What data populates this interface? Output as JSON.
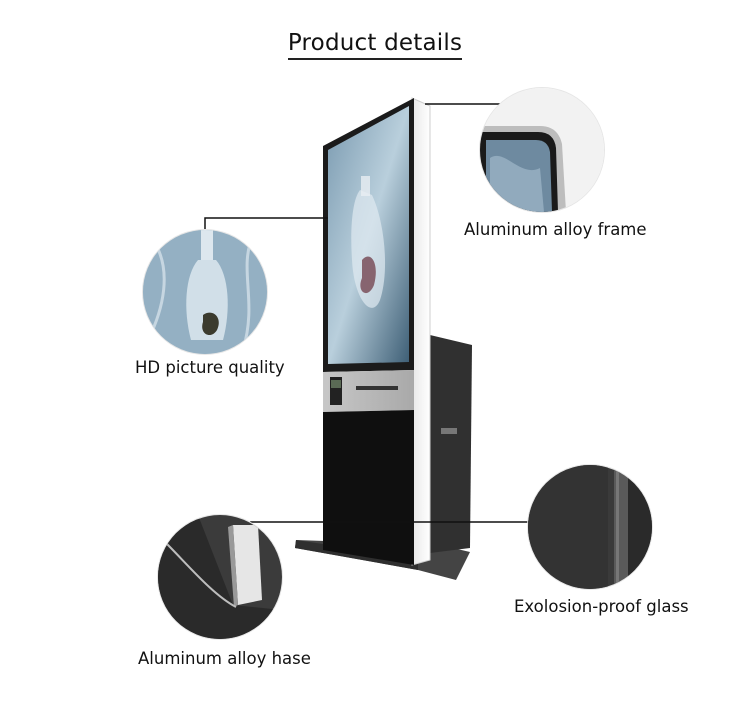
{
  "title": "Product details",
  "callouts": {
    "frame": "Aluminum alloy frame",
    "hd": "HD picture quality",
    "glass": "Exolosion-proof glass",
    "base": "Aluminum alloy hase"
  }
}
